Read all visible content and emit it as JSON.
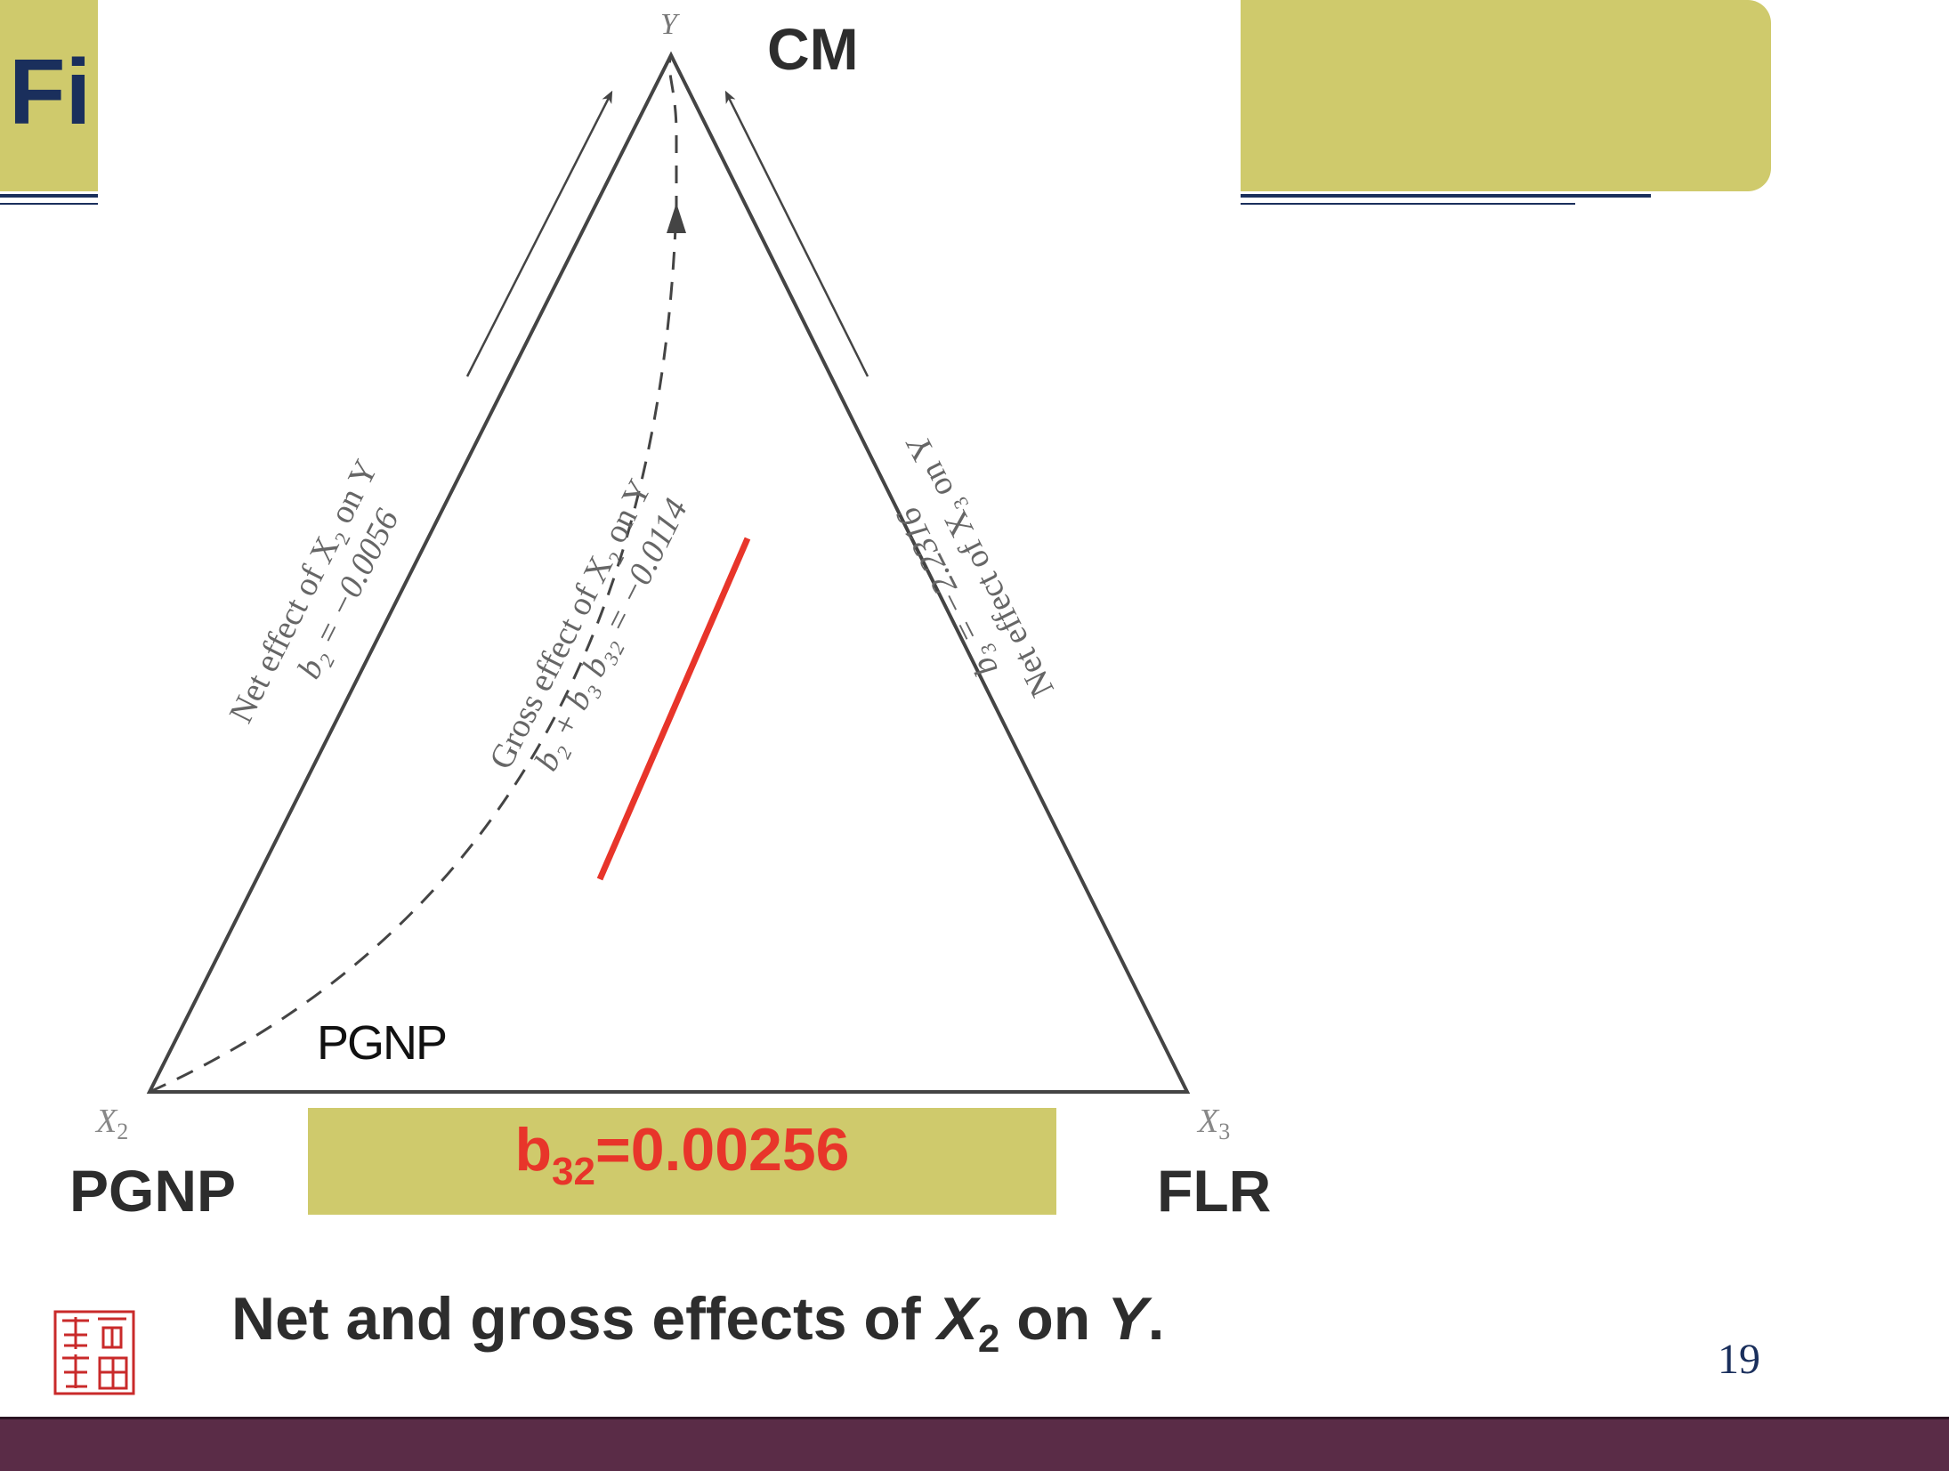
{
  "slide": {
    "title_fragment": "Fi",
    "page_number": "19"
  },
  "diagram": {
    "vertex_y": "Y",
    "vertex_x2": "X",
    "vertex_x2_sub": "2",
    "vertex_x3": "X",
    "vertex_x3_sub": "3",
    "cm_label": "CM",
    "pgnp_label": "PGNP",
    "flr_label": "FLR",
    "pgnp_inner_label": "PGNP",
    "left_edge_line1": "Net effect of X₂ on Y",
    "left_edge_line2": "b₂ = −0.0056",
    "gross_line1": "Gross effect of X₂ on Y",
    "gross_line2": "b₂ + b₃ b₃₂ = −0.0114",
    "right_edge_line1": "Net effect of X₃ on Y",
    "right_edge_line2": "b₃ = −2.2316",
    "b32_prefix": "b",
    "b32_sub": "32",
    "b32_value": "=0.00256",
    "b32_color": "#e8352a"
  },
  "caption": {
    "prefix": "Net and gross effects of ",
    "x": "X",
    "x_sub": "2",
    "middle": " on ",
    "y": "Y",
    "suffix": "."
  },
  "colors": {
    "title_bar": "#cfca6c",
    "navy": "#1a2f5c",
    "footer": "#5a2c47",
    "red_line": "#e8352a"
  }
}
